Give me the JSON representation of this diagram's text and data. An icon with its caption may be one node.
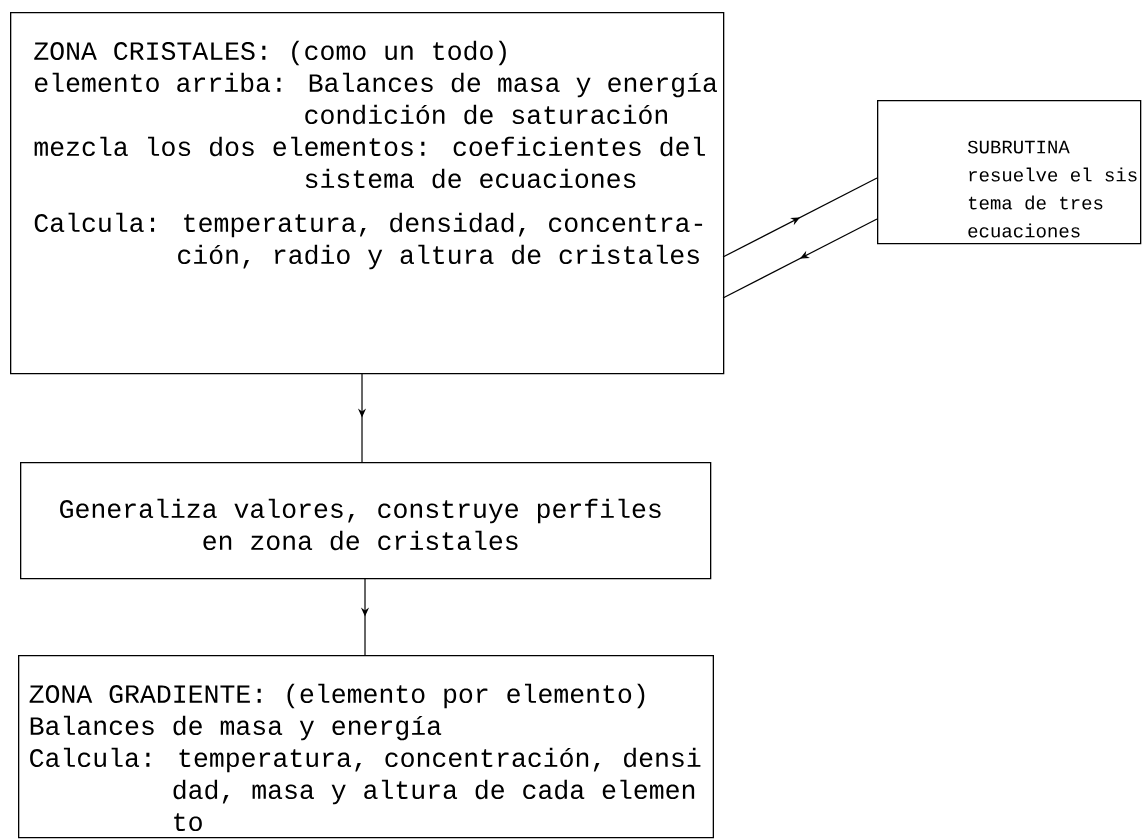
{
  "diagram": {
    "nodes": [
      {
        "text": [
          "ZONA CRISTALES: (como un todo)",
          "elemento arriba: Balances de masa y energía condición de saturación",
          "mezcla los dos elementos: coeficientes del sistema de ecuaciones",
          "Calcula: temperatura, densidad, concentra- ción, radio y altura de cristales"
        ]
      },
      {
        "text": [
          "SUBRUTINA",
          "resuelve el sis tema de tres ecuaciones"
        ]
      },
      {
        "text": [
          "Generaliza valores, construye perfiles en zona de cristales"
        ]
      },
      {
        "text": [
          "ZONA GRADIENTE: (elemento por elemento)",
          "Balances de masa y energía",
          "Calcula: temperatura, concentración, densi dad, masa y altura de cada elemen to"
        ]
      }
    ],
    "edges": [
      {
        "from": 0,
        "to": 1,
        "arrow": "to"
      },
      {
        "from": 1,
        "to": 0,
        "arrow": "to"
      },
      {
        "from": 0,
        "to": 2,
        "arrow": "to"
      },
      {
        "from": 2,
        "to": 3,
        "arrow": "to"
      }
    ]
  }
}
